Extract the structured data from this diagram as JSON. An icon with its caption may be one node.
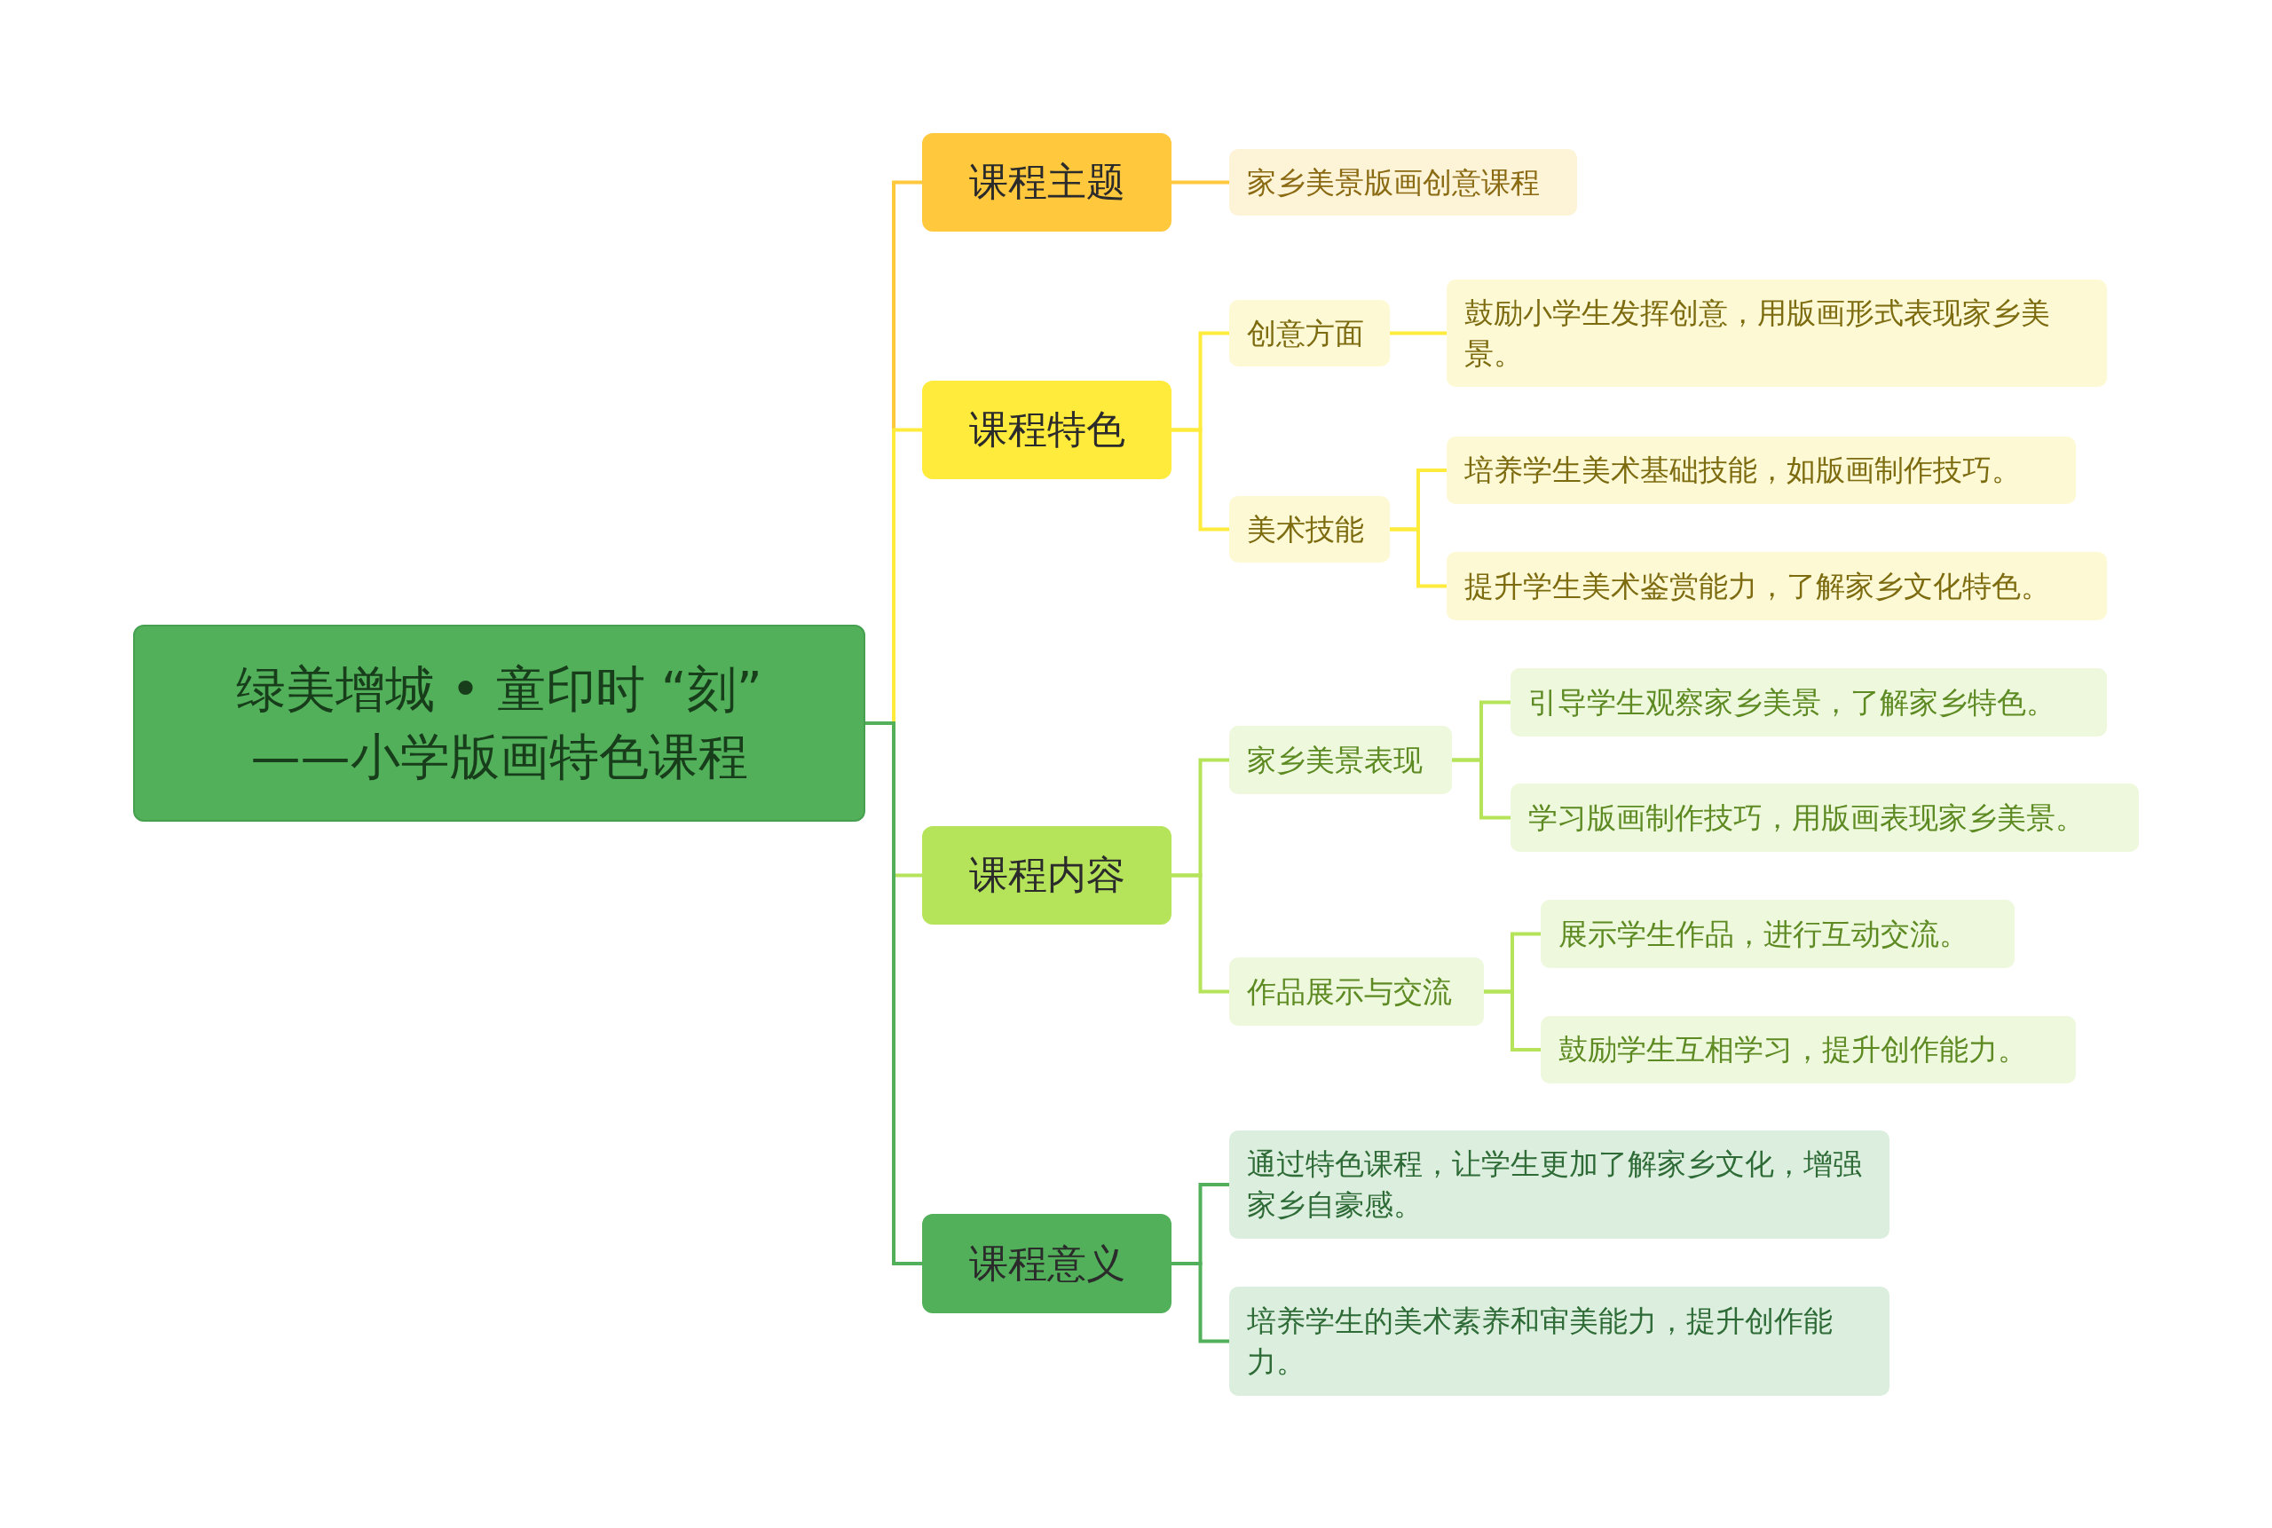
{
  "diagram": {
    "nodes": [
      {
        "text": [
          "绿美增城 • 童印时 “刻” ——小学版画特色课程"
        ]
      },
      {
        "text": [
          "课程主题"
        ]
      },
      {
        "text": [
          "家乡美景版画创意课程"
        ]
      },
      {
        "text": [
          "课程特色"
        ]
      },
      {
        "text": [
          "创意方面"
        ]
      },
      {
        "text": [
          "鼓励小学生发挥创意，用版画形式表现家乡美景。"
        ]
      },
      {
        "text": [
          "美术技能"
        ]
      },
      {
        "text": [
          "培养学生美术基础技能，如版画制作技巧。"
        ]
      },
      {
        "text": [
          "提升学生美术鉴赏能力，了解家乡文化特色。"
        ]
      },
      {
        "text": [
          "课程内容"
        ]
      },
      {
        "text": [
          "家乡美景表现"
        ]
      },
      {
        "text": [
          "引导学生观察家乡美景，了解家乡特色。"
        ]
      },
      {
        "text": [
          "学习版画制作技巧，用版画表现家乡美景。"
        ]
      },
      {
        "text": [
          "作品展示与交流"
        ]
      },
      {
        "text": [
          "展示学生作品，进行互动交流。"
        ]
      },
      {
        "text": [
          "鼓励学生互相学习，提升创作能力。"
        ]
      },
      {
        "text": [
          "课程意义"
        ]
      },
      {
        "text": [
          "通过特色课程，让学生更加了解家乡文化，增强家乡自豪感。"
        ]
      },
      {
        "text": [
          "培养学生的美术素养和审美能力，提升创作能力。"
        ]
      }
    ],
    "edges": [
      {
        "from": 0,
        "to": 1,
        "arrow": "none",
        "color": "#ffc83d"
      },
      {
        "from": 0,
        "to": 3,
        "arrow": "none",
        "color": "#ffeb3b"
      },
      {
        "from": 0,
        "to": 9,
        "arrow": "none"
      },
      {
        "from": 0,
        "to": 16,
        "arrow": "none",
        "color": "#52b05a"
      },
      {
        "from": 1,
        "to": 2,
        "arrow": "none",
        "color": "#ffc83d"
      },
      {
        "from": 3,
        "to": 4,
        "arrow": "none",
        "color": "#ffeb3b"
      },
      {
        "from": 3,
        "to": 6,
        "arrow": "none",
        "color": "#ffeb3b"
      },
      {
        "from": 4,
        "to": 5,
        "arrow": "none",
        "color": "#ffeb3b"
      },
      {
        "from": 6,
        "to": 7,
        "arrow": "none",
        "color": "#ffeb3b"
      },
      {
        "from": 6,
        "to": 8,
        "arrow": "none",
        "color": "#ffeb3b"
      },
      {
        "from": 9,
        "to": 10,
        "arrow": "none"
      },
      {
        "from": 9,
        "to": 13,
        "arrow": "none"
      },
      {
        "from": 10,
        "to": 11,
        "arrow": "none"
      },
      {
        "from": 10,
        "to": 12,
        "arrow": "none"
      },
      {
        "from": 13,
        "to": 14,
        "arrow": "none"
      },
      {
        "from": 13,
        "to": 15,
        "arrow": "none"
      },
      {
        "from": 16,
        "to": 17,
        "arrow": "none",
        "color": "#52b05a"
      },
      {
        "from": 16,
        "to": 18,
        "arrow": "none",
        "color": "#52b05a"
      }
    ]
  }
}
